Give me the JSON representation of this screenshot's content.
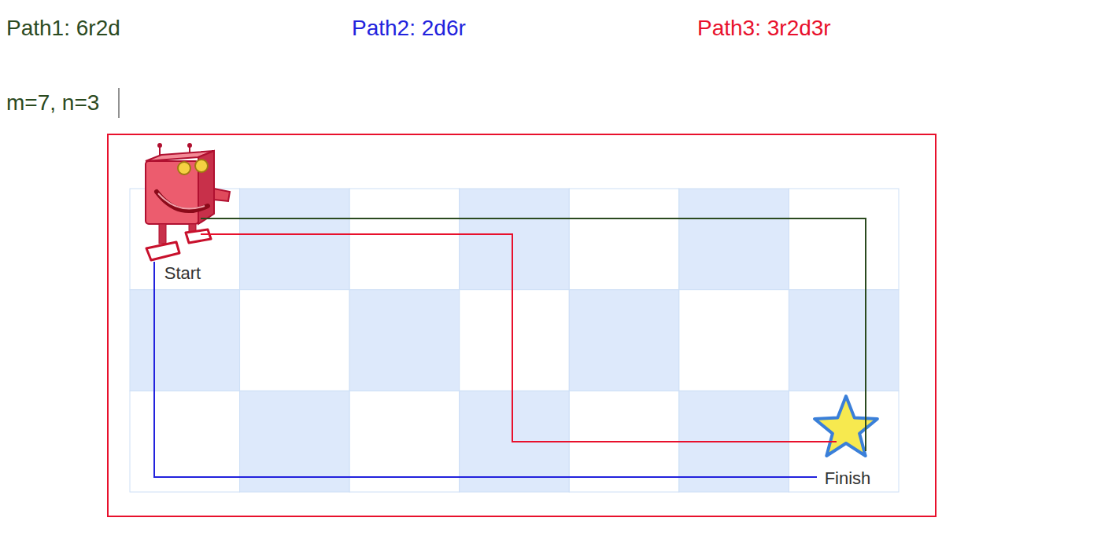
{
  "diagram": {
    "labels": [
      "Path1: 6r2d",
      "Path2: 2d6r",
      "Path3: 3r2d3r",
      "m=7, n=3",
      "Start",
      "Finish"
    ]
  }
}
